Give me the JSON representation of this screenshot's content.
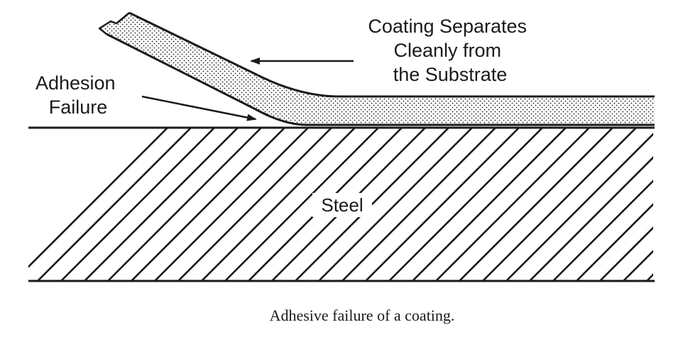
{
  "labels": {
    "coating_separates": [
      "Coating Separates",
      "Cleanly from",
      "the Substrate"
    ],
    "adhesion_failure": [
      "Adhesion",
      "Failure"
    ],
    "steel": "Steel"
  },
  "caption": "Adhesive failure of a coating.",
  "colors": {
    "ink": "#1a1a1a",
    "background": "#ffffff"
  }
}
